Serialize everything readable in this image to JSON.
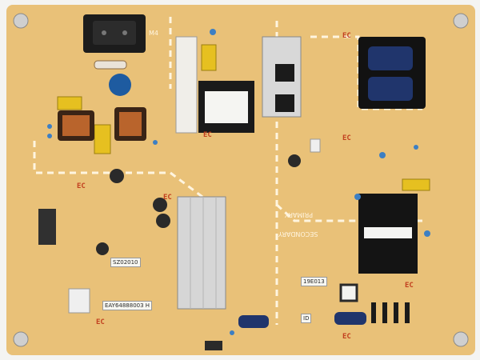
{
  "board": {
    "silk_labels": {
      "m4": "M4",
      "secondary": "SECONDARY",
      "primary": "PRIMARY",
      "id": "ID",
      "serial": "EAY64888003 H"
    },
    "ec_marks": [
      "EC",
      "EC",
      "EC",
      "EC",
      "EC",
      "EC",
      "EC",
      "EC"
    ],
    "part_labels": {
      "chip_label": "SZ02010",
      "ic_label": "19E013"
    }
  }
}
